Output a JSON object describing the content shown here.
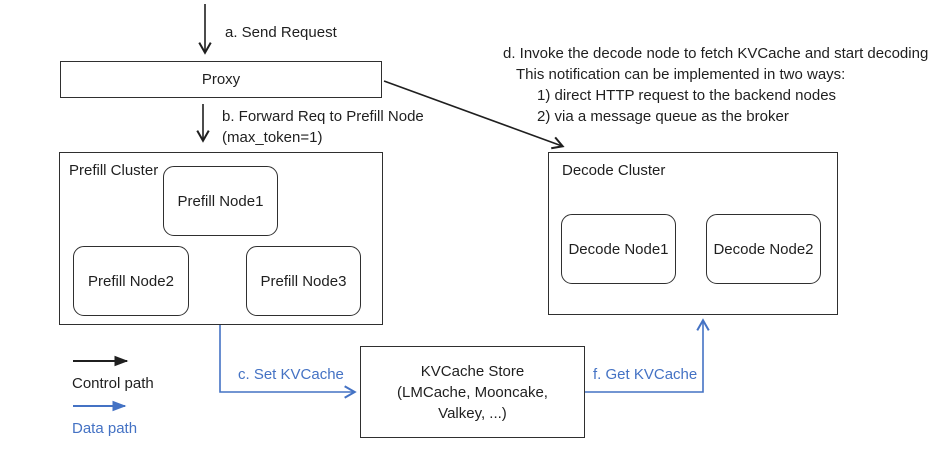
{
  "colors": {
    "control_path": "#1f1f1f",
    "data_path": "#4472c4",
    "box_border": "#2f2f2f",
    "background": "#ffffff"
  },
  "nodes": {
    "proxy": "Proxy",
    "prefill_cluster": "Prefill Cluster",
    "prefill_node1": "Prefill Node1",
    "prefill_node2": "Prefill Node2",
    "prefill_node3": "Prefill Node3",
    "decode_cluster": "Decode Cluster",
    "decode_node1": "Decode Node1",
    "decode_node2": "Decode Node2",
    "kvcache_store_line1": "KVCache Store",
    "kvcache_store_line2": "(LMCache, Mooncake,",
    "kvcache_store_line3": "Valkey, ...)"
  },
  "flow_labels": {
    "a_send_request": "a. Send Request",
    "b_line1": "b. Forward Req to Prefill Node",
    "b_line2": "(max_token=1)",
    "c_set_kvcache": "c. Set KVCache",
    "d_line1": "d. Invoke the decode node to fetch KVCache and start decoding",
    "d_line2": "This notification can be implemented in two ways:",
    "d_line3": "1) direct HTTP request to the backend nodes",
    "d_line4": "2) via a message queue as the broker",
    "f_get_kvcache": "f. Get KVCache"
  },
  "legend": {
    "control_path": "Control path",
    "data_path": "Data path"
  }
}
